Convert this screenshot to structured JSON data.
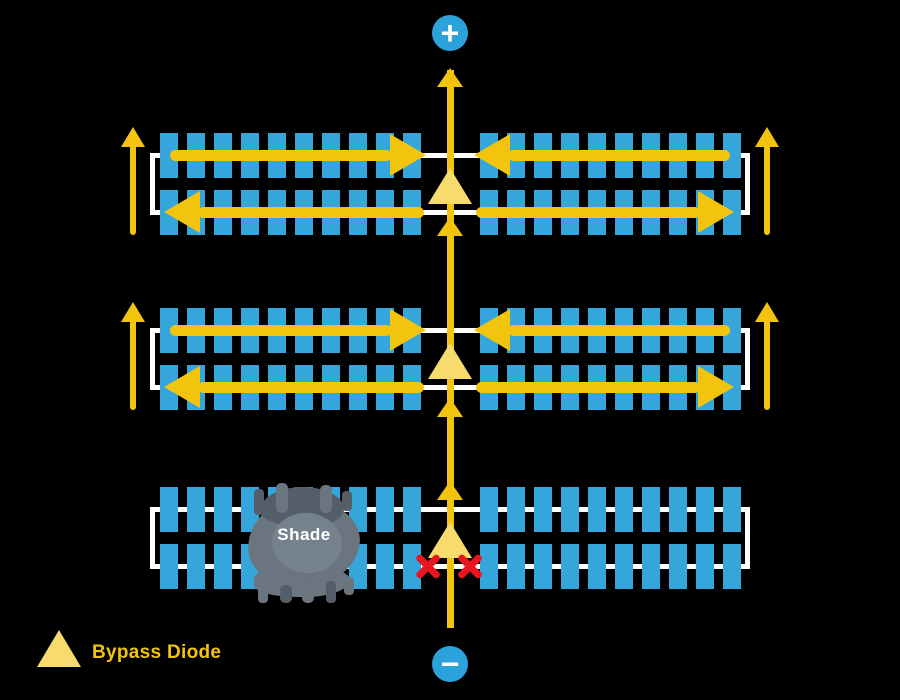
{
  "terminals": {
    "positive": "+",
    "negative": "−"
  },
  "legend": {
    "label": "Bypass Diode"
  },
  "shade": {
    "label": "Shade"
  },
  "colors": {
    "background": "#000000",
    "cell_blue": "#35A6DB",
    "wire_white": "#FFFFFF",
    "current_gold": "#F2C40D",
    "diode_yellow": "#F8DB6D",
    "terminal_blue": "#2BA3DA",
    "blocked_red": "#E9161F",
    "shade_gray": "#6B7580",
    "shade_gray_dark": "#545E68",
    "shade_gray_light": "#76818E"
  },
  "diagram": {
    "description": "Series string of three solar panel cell-groups between negative and positive terminals; the shaded bottom group is skipped by its bypass diode while current snakes through the two unshaded groups.",
    "cells_per_half_row": 10,
    "rows_per_panel": 2,
    "halves_per_row": 2,
    "panels": [
      {
        "name": "panel-1",
        "shaded": false,
        "current_flows_through_cells": true,
        "bypass_conducting": false
      },
      {
        "name": "panel-2",
        "shaded": false,
        "current_flows_through_cells": true,
        "bypass_conducting": false
      },
      {
        "name": "panel-3",
        "shaded": true,
        "current_flows_through_cells": false,
        "bypass_conducting": true
      }
    ]
  }
}
